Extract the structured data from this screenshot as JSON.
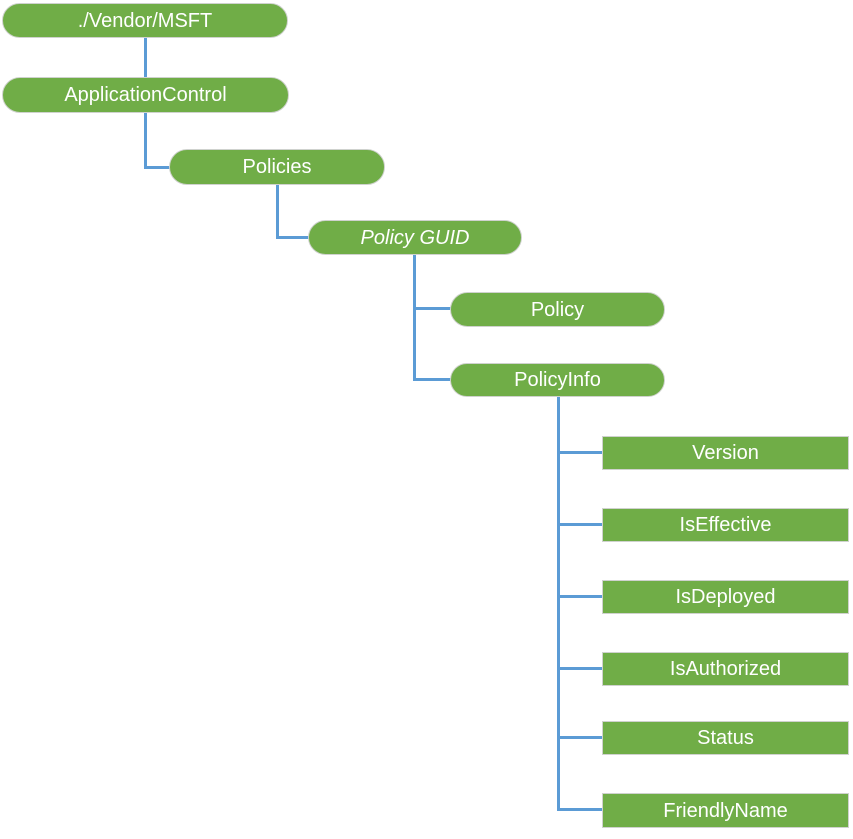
{
  "diagram_type": "tree",
  "colors": {
    "node_fill": "#70AD47",
    "node_border": "#CFD2CE",
    "connector_blue": "#5B9BD5",
    "node_text": "#FFFFFF",
    "background": "#FFFFFF"
  },
  "nodes": [
    {
      "id": "vendor-msft",
      "label": "./Vendor/MSFT",
      "shape": "pill",
      "italic": false,
      "parent": null
    },
    {
      "id": "application-control",
      "label": "ApplicationControl",
      "shape": "pill",
      "italic": false,
      "parent": "vendor-msft"
    },
    {
      "id": "policies",
      "label": "Policies",
      "shape": "pill",
      "italic": false,
      "parent": "application-control"
    },
    {
      "id": "policy-guid",
      "label": "Policy GUID",
      "shape": "pill",
      "italic": true,
      "parent": "policies"
    },
    {
      "id": "policy",
      "label": "Policy",
      "shape": "pill",
      "italic": false,
      "parent": "policy-guid"
    },
    {
      "id": "policy-info",
      "label": "PolicyInfo",
      "shape": "pill",
      "italic": false,
      "parent": "policy-guid"
    },
    {
      "id": "version",
      "label": "Version",
      "shape": "rect",
      "italic": false,
      "parent": "policy-info"
    },
    {
      "id": "is-effective",
      "label": "IsEffective",
      "shape": "rect",
      "italic": false,
      "parent": "policy-info"
    },
    {
      "id": "is-deployed",
      "label": "IsDeployed",
      "shape": "rect",
      "italic": false,
      "parent": "policy-info"
    },
    {
      "id": "is-authorized",
      "label": "IsAuthorized",
      "shape": "rect",
      "italic": false,
      "parent": "policy-info"
    },
    {
      "id": "status",
      "label": "Status",
      "shape": "rect",
      "italic": false,
      "parent": "policy-info"
    },
    {
      "id": "friendly-name",
      "label": "FriendlyName",
      "shape": "rect",
      "italic": false,
      "parent": "policy-info"
    }
  ]
}
